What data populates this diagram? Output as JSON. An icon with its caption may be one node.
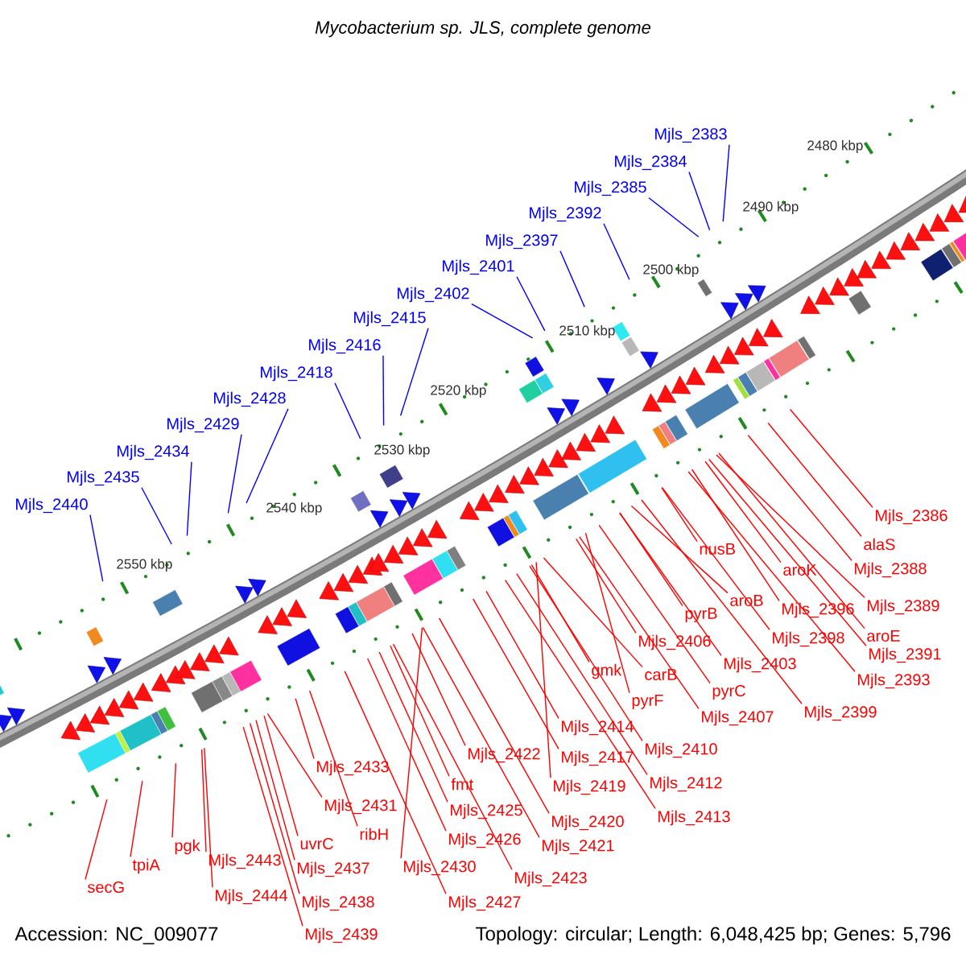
{
  "diagram": {
    "title": "Mycobacterium sp. JLS, complete genome",
    "nodes": [
      {
        "text": [
          "Mjls_2383"
        ]
      },
      {
        "text": [
          "Mjls_2384"
        ]
      },
      {
        "text": [
          "Mjls_2385"
        ]
      },
      {
        "text": [
          "Mjls_2392"
        ]
      },
      {
        "text": [
          "Mjls_2397"
        ]
      },
      {
        "text": [
          "Mjls_2401"
        ]
      },
      {
        "text": [
          "Mjls_2402"
        ]
      },
      {
        "text": [
          "Mjls_2415"
        ]
      },
      {
        "text": [
          "Mjls_2416"
        ]
      },
      {
        "text": [
          "Mjls_2418"
        ]
      },
      {
        "text": [
          "Mjls_2428"
        ]
      },
      {
        "text": [
          "Mjls_2429"
        ]
      },
      {
        "text": [
          "Mjls_2434"
        ]
      },
      {
        "text": [
          "Mjls_2435"
        ]
      },
      {
        "text": [
          "Mjls_2440"
        ]
      },
      {
        "text": [
          "Mjls_2386"
        ]
      },
      {
        "text": [
          "alaS"
        ]
      },
      {
        "text": [
          "nusB"
        ]
      },
      {
        "text": [
          "Mjls_2388"
        ]
      },
      {
        "text": [
          "aroK"
        ]
      },
      {
        "text": [
          "aroB"
        ]
      },
      {
        "text": [
          "Mjls_2389"
        ]
      },
      {
        "text": [
          "Mjls_2396"
        ]
      },
      {
        "text": [
          "pyrB"
        ]
      },
      {
        "text": [
          "aroE"
        ]
      },
      {
        "text": [
          "Mjls_2398"
        ]
      },
      {
        "text": [
          "Mjls_2406"
        ]
      },
      {
        "text": [
          "Mjls_2391"
        ]
      },
      {
        "text": [
          "Mjls_2403"
        ]
      },
      {
        "text": [
          "gmk"
        ]
      },
      {
        "text": [
          "carB"
        ]
      },
      {
        "text": [
          "Mjls_2393"
        ]
      },
      {
        "text": [
          "pyrC"
        ]
      },
      {
        "text": [
          "pyrF"
        ]
      },
      {
        "text": [
          "Mjls_2399"
        ]
      },
      {
        "text": [
          "Mjls_2407"
        ]
      },
      {
        "text": [
          "Mjls_2414"
        ]
      },
      {
        "text": [
          "Mjls_2410"
        ]
      },
      {
        "text": [
          "Mjls_2422"
        ]
      },
      {
        "text": [
          "Mjls_2417"
        ]
      },
      {
        "text": [
          "Mjls_2433"
        ]
      },
      {
        "text": [
          "fmt"
        ]
      },
      {
        "text": [
          "Mjls_2412"
        ]
      },
      {
        "text": [
          "Mjls_2419"
        ]
      },
      {
        "text": [
          "Mjls_2431"
        ]
      },
      {
        "text": [
          "Mjls_2425"
        ]
      },
      {
        "text": [
          "Mjls_2413"
        ]
      },
      {
        "text": [
          "Mjls_2420"
        ]
      },
      {
        "text": [
          "ribH"
        ]
      },
      {
        "text": [
          "uvrC"
        ]
      },
      {
        "text": [
          "Mjls_2426"
        ]
      },
      {
        "text": [
          "pgk"
        ]
      },
      {
        "text": [
          "Mjls_2421"
        ]
      },
      {
        "text": [
          "Mjls_2443"
        ]
      },
      {
        "text": [
          "tpiA"
        ]
      },
      {
        "text": [
          "Mjls_2430"
        ]
      },
      {
        "text": [
          "Mjls_2437"
        ]
      },
      {
        "text": [
          "Mjls_2423"
        ]
      },
      {
        "text": [
          "secG"
        ]
      },
      {
        "text": [
          "Mjls_2444"
        ]
      },
      {
        "text": [
          "Mjls_2438"
        ]
      },
      {
        "text": [
          "Mjls_2427"
        ]
      },
      {
        "text": [
          "Mjls_2439"
        ]
      }
    ],
    "edges": [
      {
        "from": 0,
        "to": null,
        "arrow": "none",
        "color": "#0000ff"
      },
      {
        "from": 1,
        "to": null,
        "arrow": "none",
        "color": "#0000ff"
      },
      {
        "from": 2,
        "to": null,
        "arrow": "none",
        "color": "#0000ff"
      },
      {
        "from": 3,
        "to": null,
        "arrow": "none",
        "color": "#0000ff"
      },
      {
        "from": 4,
        "to": null,
        "arrow": "none",
        "color": "#0000ff"
      },
      {
        "from": 5,
        "to": null,
        "arrow": "none",
        "color": "#0000ff"
      },
      {
        "from": 6,
        "to": null,
        "arrow": "none",
        "color": "#0000ff"
      },
      {
        "from": 7,
        "to": null,
        "arrow": "none",
        "color": "#0000ff"
      },
      {
        "from": 8,
        "to": null,
        "arrow": "none",
        "color": "#0000ff"
      },
      {
        "from": 9,
        "to": null,
        "arrow": "none",
        "color": "#0000ff"
      },
      {
        "from": 10,
        "to": null,
        "arrow": "none",
        "color": "#0000ff"
      },
      {
        "from": 11,
        "to": null,
        "arrow": "none",
        "color": "#0000ff"
      },
      {
        "from": 12,
        "to": null,
        "arrow": "none",
        "color": "#0000ff"
      },
      {
        "from": 13,
        "to": null,
        "arrow": "none",
        "color": "#0000ff"
      },
      {
        "from": 14,
        "to": null,
        "arrow": "none",
        "color": "#0000ff"
      },
      {
        "from": 15,
        "to": null,
        "arrow": "none"
      },
      {
        "from": 16,
        "to": null,
        "arrow": "none"
      },
      {
        "from": 17,
        "to": null,
        "arrow": "none"
      },
      {
        "from": 18,
        "to": null,
        "arrow": "none"
      },
      {
        "from": 19,
        "to": null,
        "arrow": "none"
      },
      {
        "from": 20,
        "to": null,
        "arrow": "none"
      },
      {
        "from": 21,
        "to": null,
        "arrow": "none"
      },
      {
        "from": 22,
        "to": null,
        "arrow": "none"
      },
      {
        "from": 23,
        "to": null,
        "arrow": "none"
      },
      {
        "from": 24,
        "to": null,
        "arrow": "none"
      },
      {
        "from": 25,
        "to": null,
        "arrow": "none"
      },
      {
        "from": 26,
        "to": null,
        "arrow": "none"
      },
      {
        "from": 27,
        "to": null,
        "arrow": "none"
      },
      {
        "from": 28,
        "to": null,
        "arrow": "none"
      },
      {
        "from": 29,
        "to": null,
        "arrow": "none"
      },
      {
        "from": 30,
        "to": null,
        "arrow": "none"
      },
      {
        "from": 31,
        "to": null,
        "arrow": "none"
      },
      {
        "from": 32,
        "to": null,
        "arrow": "none"
      },
      {
        "from": 33,
        "to": null,
        "arrow": "none"
      },
      {
        "from": 34,
        "to": null,
        "arrow": "none"
      },
      {
        "from": 35,
        "to": null,
        "arrow": "none"
      },
      {
        "from": 36,
        "to": null,
        "arrow": "none"
      },
      {
        "from": 37,
        "to": null,
        "arrow": "none"
      },
      {
        "from": 38,
        "to": null,
        "arrow": "none"
      },
      {
        "from": 39,
        "to": null,
        "arrow": "none"
      },
      {
        "from": 40,
        "to": null,
        "arrow": "none"
      },
      {
        "from": 41,
        "to": null,
        "arrow": "none"
      },
      {
        "from": 42,
        "to": null,
        "arrow": "none"
      },
      {
        "from": 43,
        "to": null,
        "arrow": "none"
      },
      {
        "from": 44,
        "to": null,
        "arrow": "none"
      },
      {
        "from": 45,
        "to": null,
        "arrow": "none"
      },
      {
        "from": 46,
        "to": null,
        "arrow": "none"
      },
      {
        "from": 47,
        "to": null,
        "arrow": "none"
      },
      {
        "from": 48,
        "to": null,
        "arrow": "none"
      },
      {
        "from": 49,
        "to": null,
        "arrow": "none"
      },
      {
        "from": 50,
        "to": null,
        "arrow": "none"
      },
      {
        "from": 51,
        "to": null,
        "arrow": "none"
      },
      {
        "from": 52,
        "to": null,
        "arrow": "none"
      },
      {
        "from": 53,
        "to": null,
        "arrow": "none"
      },
      {
        "from": 54,
        "to": null,
        "arrow": "none"
      },
      {
        "from": 55,
        "to": null,
        "arrow": "none"
      },
      {
        "from": 56,
        "to": null,
        "arrow": "none"
      },
      {
        "from": 57,
        "to": null,
        "arrow": "none"
      },
      {
        "from": 58,
        "to": null,
        "arrow": "none"
      },
      {
        "from": 59,
        "to": null,
        "arrow": "none"
      },
      {
        "from": 60,
        "to": null,
        "arrow": "none"
      },
      {
        "from": 61,
        "to": null,
        "arrow": "none"
      },
      {
        "from": 62,
        "to": null,
        "arrow": "none"
      }
    ],
    "labels": [
      "2480 kbp",
      "2490 kbp",
      "2500 kbp",
      "2510 kbp",
      "2520 kbp",
      "2530 kbp",
      "2540 kbp",
      "2550 kbp",
      "Accession: NC_009077",
      "Topology: circular; Length: 6,048,425 bp; Genes: 5,796"
    ]
  }
}
